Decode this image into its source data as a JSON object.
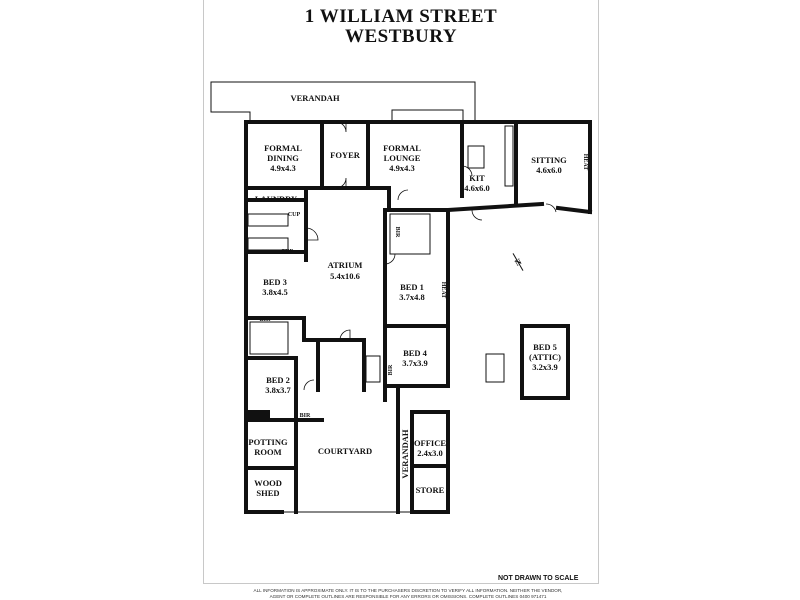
{
  "title": {
    "line1": "1 WILLIAM STREET",
    "line2": "WESTBURY"
  },
  "rooms": {
    "verandah_top": "VERANDAH",
    "formal_dining": {
      "name": "FORMAL",
      "name2": "DINING",
      "dims": "4.9x4.3"
    },
    "foyer": "FOYER",
    "formal_lounge": {
      "name": "FORMAL",
      "name2": "LOUNGE",
      "dims": "4.9x4.3"
    },
    "kit": {
      "name": "KIT",
      "dims": "4.6x6.0"
    },
    "sitting": {
      "name": "SITTING",
      "dims": "4.6x6.0"
    },
    "laundry": "LAUNDRY",
    "atrium": {
      "name": "ATRIUM",
      "dims": "5.4x10.6"
    },
    "bed1": {
      "name": "BED 1",
      "dims": "3.7x4.8"
    },
    "bed3": {
      "name": "BED 3",
      "dims": "3.8x4.5"
    },
    "bed2": {
      "name": "BED 2",
      "dims": "3.8x3.7"
    },
    "bed4": {
      "name": "BED 4",
      "dims": "3.7x3.9"
    },
    "bed5": {
      "name": "BED 5",
      "name2": "(ATTIC)",
      "dims": "3.2x3.9"
    },
    "potting": {
      "name": "POTTING",
      "name2": "ROOM"
    },
    "courtyard": "COURTYARD",
    "wood_shed": {
      "name": "WOOD",
      "name2": "SHED"
    },
    "verandah_side": "VERANDAH",
    "office": {
      "name": "OFFICE",
      "dims": "2.4x3.0"
    },
    "store": "STORE"
  },
  "fixtures": {
    "cup1": "CUP",
    "cup2": "CUP",
    "bir1": "BIR",
    "bir2": "BIR",
    "bir3": "BIR",
    "bir4": "BIR",
    "heat1": "HEAT",
    "heat2": "HEAT"
  },
  "compass": "N",
  "not_to_scale": "NOT DRAWN TO SCALE",
  "footer": {
    "line1": "ALL INFORMATION IS APPROXIMATE ONLY. IT IS TO THE PURCHASERS DISCRETION TO VERIFY ALL INFORMATION. NEITHER THE VENDOR,",
    "line2": "AGENT OR COMPLETE OUTLINES ARE RESPONSIBLE FOR ANY ERRORS OR OMISSIONS. COMPLETE OUTLINES 0400 971471"
  }
}
